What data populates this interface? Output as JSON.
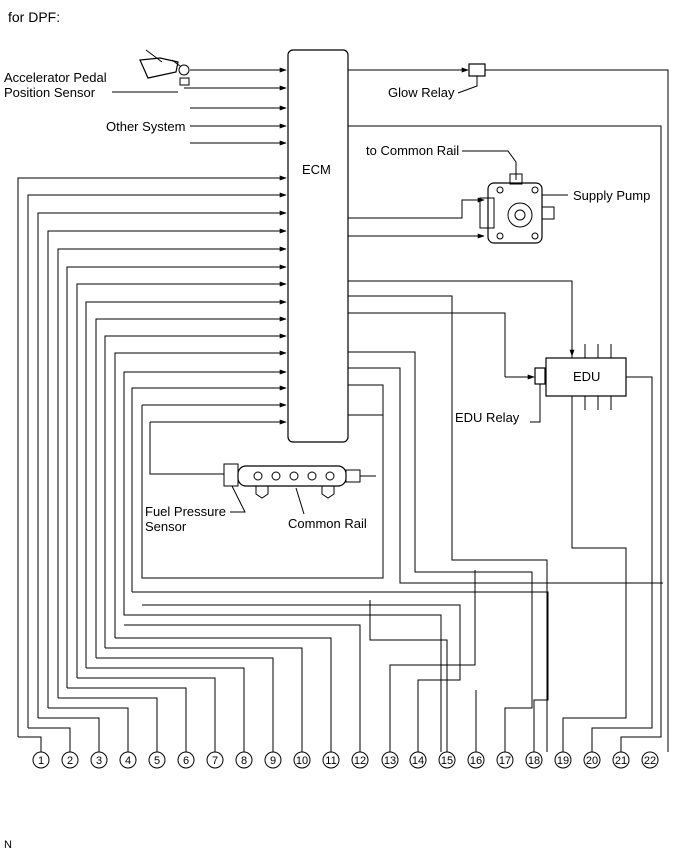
{
  "header": "for DPF:",
  "labels": {
    "accel_line1": "Accelerator Pedal",
    "accel_line2": "Position Sensor",
    "other_system": "Other System",
    "glow_relay": "Glow Relay",
    "ecm": "ECM",
    "to_common_rail": "to Common Rail",
    "supply_pump": "Supply Pump",
    "edu": "EDU",
    "edu_relay": "EDU Relay",
    "fuel_sensor_line1": "Fuel Pressure",
    "fuel_sensor_line2": "Sensor",
    "common_rail": "Common Rail"
  },
  "connectors": [
    "1",
    "2",
    "3",
    "4",
    "5",
    "6",
    "7",
    "8",
    "9",
    "10",
    "11",
    "12",
    "13",
    "14",
    "15",
    "16",
    "17",
    "18",
    "19",
    "20",
    "21",
    "22"
  ],
  "footer_mark": "N"
}
